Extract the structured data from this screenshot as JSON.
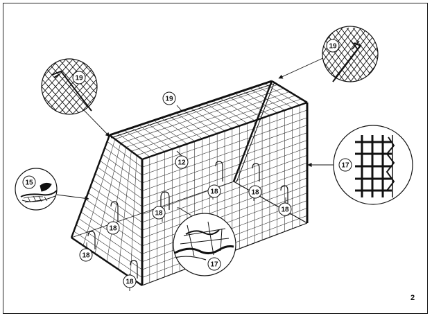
{
  "diagram": {
    "page_number": "2",
    "callouts": [
      {
        "id": "c-19-top",
        "label": "19"
      },
      {
        "id": "c-19-inset-left",
        "label": "19"
      },
      {
        "id": "c-19-inset-right",
        "label": "19"
      },
      {
        "id": "c-12",
        "label": "12"
      },
      {
        "id": "c-15",
        "label": "15"
      },
      {
        "id": "c-17-right",
        "label": "17"
      },
      {
        "id": "c-17-bottom",
        "label": "17"
      },
      {
        "id": "c-18-a",
        "label": "18"
      },
      {
        "id": "c-18-b",
        "label": "18"
      },
      {
        "id": "c-18-c",
        "label": "18"
      },
      {
        "id": "c-18-d",
        "label": "18"
      },
      {
        "id": "c-18-e",
        "label": "18"
      },
      {
        "id": "c-18-f",
        "label": "18"
      },
      {
        "id": "c-18-g",
        "label": "18"
      }
    ],
    "colors": {
      "ink": "#111111",
      "frame": "#222222",
      "paper": "#ffffff"
    }
  }
}
